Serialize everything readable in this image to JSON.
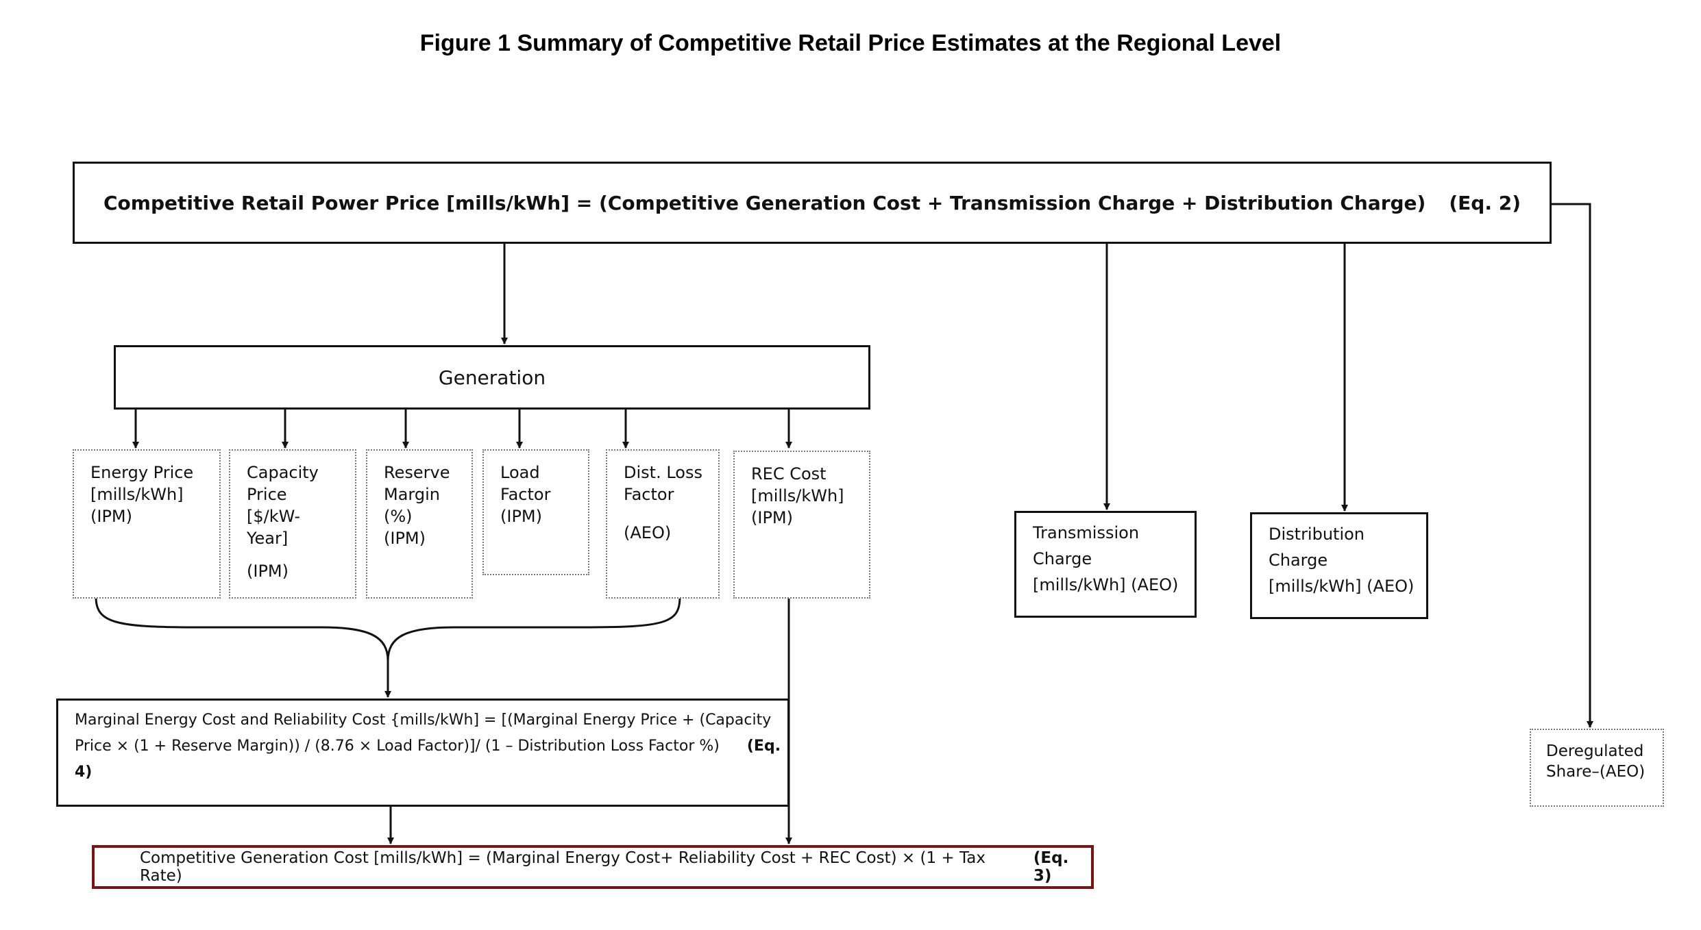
{
  "title": "Figure 1 Summary of Competitive Retail Price Estimates at the Regional Level",
  "main_equation": {
    "text": "Competitive Retail Power Price [mills/kWh] = (Competitive Generation Cost + Transmission Charge + Distribution Charge)",
    "eq_label": "(Eq. 2)"
  },
  "generation": {
    "label": "Generation"
  },
  "inputs": {
    "energy_price": [
      "Energy Price",
      "[mills/kWh]",
      "(IPM)"
    ],
    "capacity_price": [
      "Capacity",
      "Price",
      "[$/kW-",
      "Year]",
      "",
      "(IPM)"
    ],
    "reserve_margin": [
      "Reserve",
      "Margin",
      "(%)",
      "(IPM)"
    ],
    "load_factor": [
      "Load",
      "Factor",
      "(IPM)"
    ],
    "dist_loss_factor": [
      "Dist. Loss",
      "Factor",
      "",
      "(AEO)"
    ],
    "rec_cost": [
      "REC Cost",
      "[mills/kWh]",
      "(IPM)"
    ]
  },
  "transmission": [
    "Transmission",
    "Charge",
    "[mills/kWh] (AEO)"
  ],
  "distribution": [
    "Distribution",
    "Charge",
    "[mills/kWh] (AEO)"
  ],
  "deregulated": [
    "Deregulated",
    "Share–(AEO)"
  ],
  "eq4": {
    "line1": "Marginal Energy Cost and Reliability Cost {mills/kWh]   = [(Marginal Energy Price + (Capacity",
    "line2": "Price × (1 + Reserve Margin)) / (8.76 × Load Factor)]/ (1 – Distribution Loss Factor %)",
    "eq_label_a": "(Eq.",
    "eq_label_b": "4)"
  },
  "eq3": {
    "text": "Competitive Generation Cost [mills/kWh] = (Marginal Energy Cost+ Reliability Cost + REC Cost) × (1 + Tax Rate)",
    "eq_label": "(Eq. 3)"
  },
  "colors": {
    "line": "#111111",
    "dotted_border": "#777777",
    "eq3_border": "#7a1414"
  }
}
